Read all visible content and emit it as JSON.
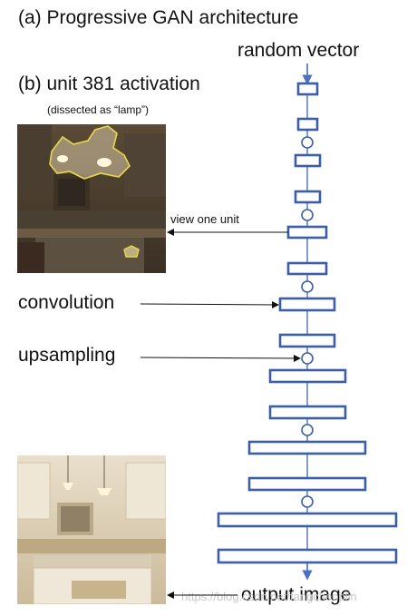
{
  "title": "(a) Progressive GAN architecture",
  "subtitle": "(b) unit 381 activation",
  "subtitle_note": "(dissected as “lamp”)",
  "labels": {
    "random_vector": "random vector",
    "view_one_unit": "view one unit",
    "convolution": "convolution",
    "upsampling": "upsampling",
    "output_image": "output image"
  },
  "watermark": "https://blog.csdn.net/fangcheoplin",
  "colors": {
    "block_stroke": "#3b5ea6",
    "arrow": "#4a72c0",
    "lamp_outline": "#e8d84a"
  },
  "images": {
    "activation": "kitchen-lamp-activation-image",
    "output": "kitchen-output-image"
  }
}
